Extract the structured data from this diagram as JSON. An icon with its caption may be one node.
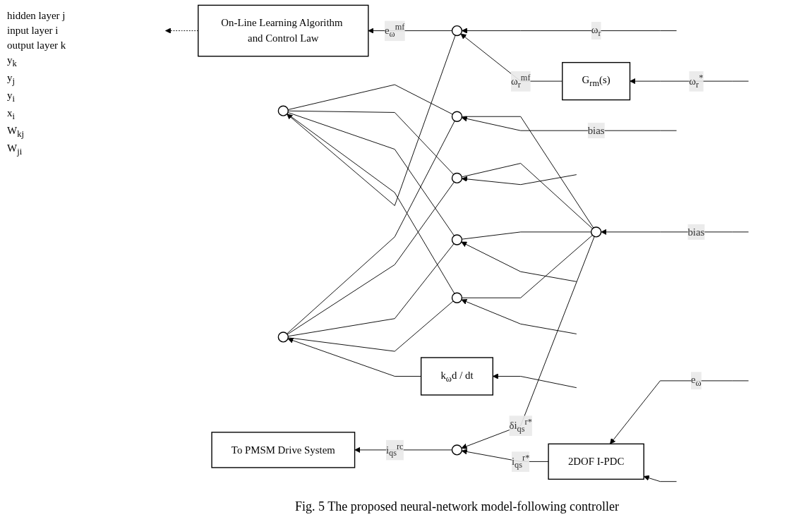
{
  "diagram": {
    "caption": "Fig. 5 The proposed neural-network model-following controller",
    "nodes": [
      {
        "text": [
          "G$_{rm}$(s)"
        ]
      },
      {
        "text": [],
        "shape": "circle"
      },
      {
        "text": [
          "On-Line Learning Algorithm and Control Law"
        ]
      },
      {
        "text": [],
        "shape": "circle"
      },
      {
        "text": [],
        "shape": "circle"
      },
      {
        "text": [],
        "shape": "circle"
      },
      {
        "text": [],
        "shape": "circle"
      },
      {
        "text": [],
        "shape": "circle"
      },
      {
        "text": [],
        "shape": "circle"
      },
      {
        "text": [],
        "shape": "circle"
      },
      {
        "text": [
          "k$_{ω}$d / dt"
        ]
      },
      {
        "text": [
          "2DOF I-PDC"
        ]
      },
      {
        "text": [],
        "shape": "circle"
      },
      {
        "text": [
          "To PMSM Drive System"
        ]
      }
    ],
    "edges": [
      {
        "from": null,
        "to": 0,
        "arrow": "to",
        "label": "ω$_{r}$$^{*}$"
      },
      {
        "from": 0,
        "to": 1,
        "arrow": "to",
        "label": "ω$_{r}$$^{mf}$"
      },
      {
        "from": null,
        "to": 1,
        "arrow": "to",
        "label": "ω$_{r}$"
      },
      {
        "from": 1,
        "to": 2,
        "arrow": "to",
        "label": "e$_{ω}$$^{mf}$"
      },
      {
        "from": 1,
        "to": 7,
        "arrow": "to"
      },
      {
        "from": null,
        "to": 10,
        "arrow": "to"
      },
      {
        "from": null,
        "to": 11,
        "arrow": "to"
      },
      {
        "from": 10,
        "to": 8,
        "arrow": "to"
      },
      {
        "from": null,
        "to": 11,
        "arrow": "to",
        "label": "e$_{ω}$"
      },
      {
        "from": 11,
        "to": 12,
        "arrow": "to",
        "label": "i$_{qs}$$^{r*}$"
      },
      {
        "from": 9,
        "to": 12,
        "arrow": "to",
        "label": "δi$_{qs}$$^{r*}$"
      },
      {
        "from": 12,
        "to": 13,
        "arrow": "to",
        "label": "i$_{qs}$$^{rc}$"
      },
      {
        "from": 2,
        "to": null,
        "arrow": "to",
        "style": "dashed"
      },
      {
        "from": null,
        "to": 3,
        "arrow": "to"
      },
      {
        "from": null,
        "to": 4,
        "arrow": "to"
      },
      {
        "from": null,
        "to": 5,
        "arrow": "to"
      },
      {
        "from": null,
        "to": 6,
        "arrow": "to",
        "label": "bias"
      },
      {
        "from": null,
        "to": 9,
        "arrow": "to",
        "label": "bias"
      },
      {
        "from": 9,
        "to": 3,
        "arrow": "none"
      },
      {
        "from": 9,
        "to": 4,
        "arrow": "none"
      },
      {
        "from": 9,
        "to": 5,
        "arrow": "none"
      },
      {
        "from": 9,
        "to": 6,
        "arrow": "none"
      },
      {
        "from": 3,
        "to": 7,
        "arrow": "none"
      },
      {
        "from": 3,
        "to": 8,
        "arrow": "none"
      },
      {
        "from": 4,
        "to": 7,
        "arrow": "none"
      },
      {
        "from": 4,
        "to": 8,
        "arrow": "none"
      },
      {
        "from": 5,
        "to": 7,
        "arrow": "none"
      },
      {
        "from": 5,
        "to": 8,
        "arrow": "none"
      },
      {
        "from": 6,
        "to": 7,
        "arrow": "none"
      },
      {
        "from": 6,
        "to": 8,
        "arrow": "none"
      }
    ],
    "labels": [
      "hidden layer j",
      "input layer i",
      "output layer k",
      "y$_{k}$",
      "y$_{j}$",
      "y$_{i}$",
      "x$_{i}$",
      "W$_{kj}$",
      "W$_{ji}$"
    ]
  }
}
